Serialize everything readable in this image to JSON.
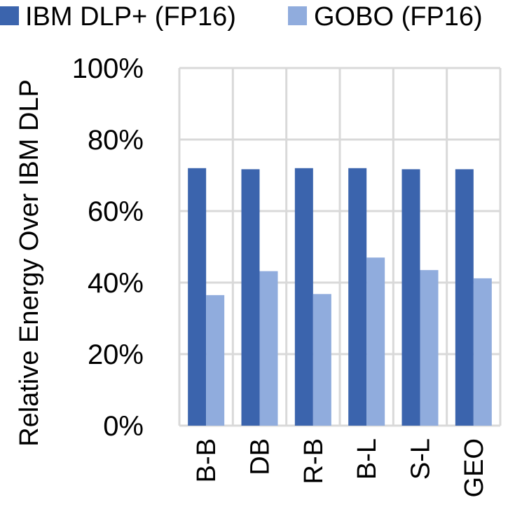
{
  "chart_data": {
    "type": "bar",
    "categories": [
      "B-B",
      "DB",
      "R-B",
      "B-L",
      "S-L",
      "GEO"
    ],
    "series": [
      {
        "name": "IBM DLP+ (FP16)",
        "color": "#3b64ad",
        "values": [
          72,
          71.7,
          72,
          72,
          71.7,
          71.7
        ]
      },
      {
        "name": "GOBO (FP16)",
        "color": "#90acdd",
        "values": [
          36.5,
          43.2,
          36.8,
          47,
          43.5,
          41.2
        ]
      }
    ],
    "xlabel": "",
    "ylabel": "Relative Energy Over IBM DLP",
    "ylim": [
      0,
      100
    ],
    "yticks": [
      "0%",
      "20%",
      "40%",
      "60%",
      "80%",
      "100%"
    ],
    "grid": true,
    "legend_position": "top"
  }
}
